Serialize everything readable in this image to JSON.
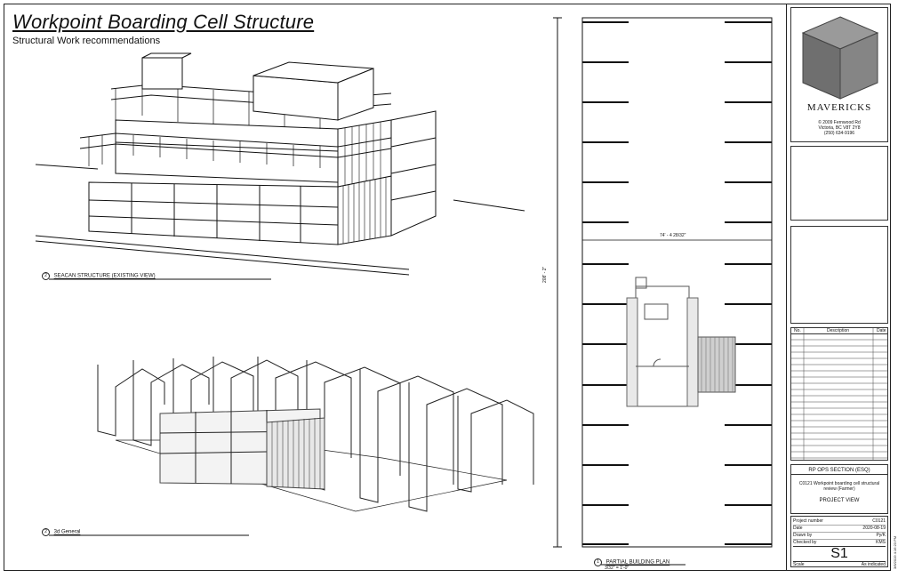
{
  "sheet": {
    "title": "Workpoint Boarding Cell Structure",
    "subtitle": "Structural Work recommendations"
  },
  "views": {
    "v1": {
      "number": "2",
      "label": "SEACAN STRUCTURE (EXISTING VIEW)"
    },
    "v2": {
      "number": "2",
      "label": "3d General"
    },
    "v3": {
      "number": "1",
      "label": "PARTIAL BUILDING PLAN",
      "scale": "3/32\" = 1'-0\""
    }
  },
  "plan": {
    "width_dim": "74' - 4 28/32\"",
    "length_dim": "208' - 2\""
  },
  "titleblock": {
    "logo_text": "MAVERICKS",
    "address_lines": [
      "© 2009 Fernwood Rd",
      "Victoria, BC V8T 2Y8",
      "(250) 634-9196"
    ],
    "rev_headers": [
      "No.",
      "Description",
      "Date"
    ],
    "section": "RP OPS SECTION (ESQ)",
    "project_desc": "C0121 Workpoint boarding cell structural review (Farmer)",
    "view_name": "PROJECT VIEW",
    "fields": [
      {
        "label": "Project number",
        "value": "C0121"
      },
      {
        "label": "Date",
        "value": "2020-08-19"
      },
      {
        "label": "Drawn by",
        "value": "Py/K"
      },
      {
        "label": "Checked by",
        "value": "KMS"
      }
    ],
    "sheet_number": "S1",
    "scale_label": "Scale",
    "scale_value": "As indicated",
    "side_note": "3/6/2019 4:16:23 PM"
  }
}
